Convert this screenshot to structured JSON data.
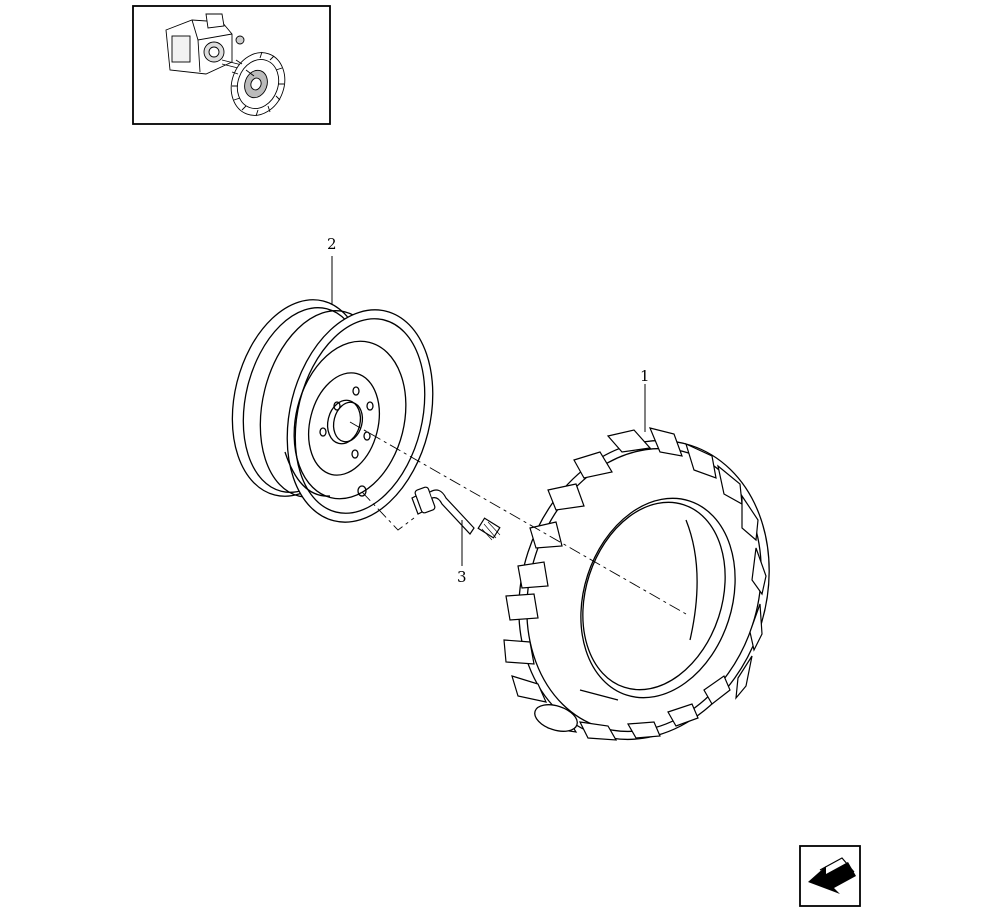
{
  "diagram": {
    "callouts": [
      {
        "id": "tyre",
        "label": "1"
      },
      {
        "id": "rim",
        "label": "2"
      },
      {
        "id": "valve",
        "label": "3"
      }
    ],
    "navigation": {
      "icon": "back-arrow-icon"
    },
    "colors": {
      "line": "#000000",
      "background": "#ffffff"
    }
  }
}
